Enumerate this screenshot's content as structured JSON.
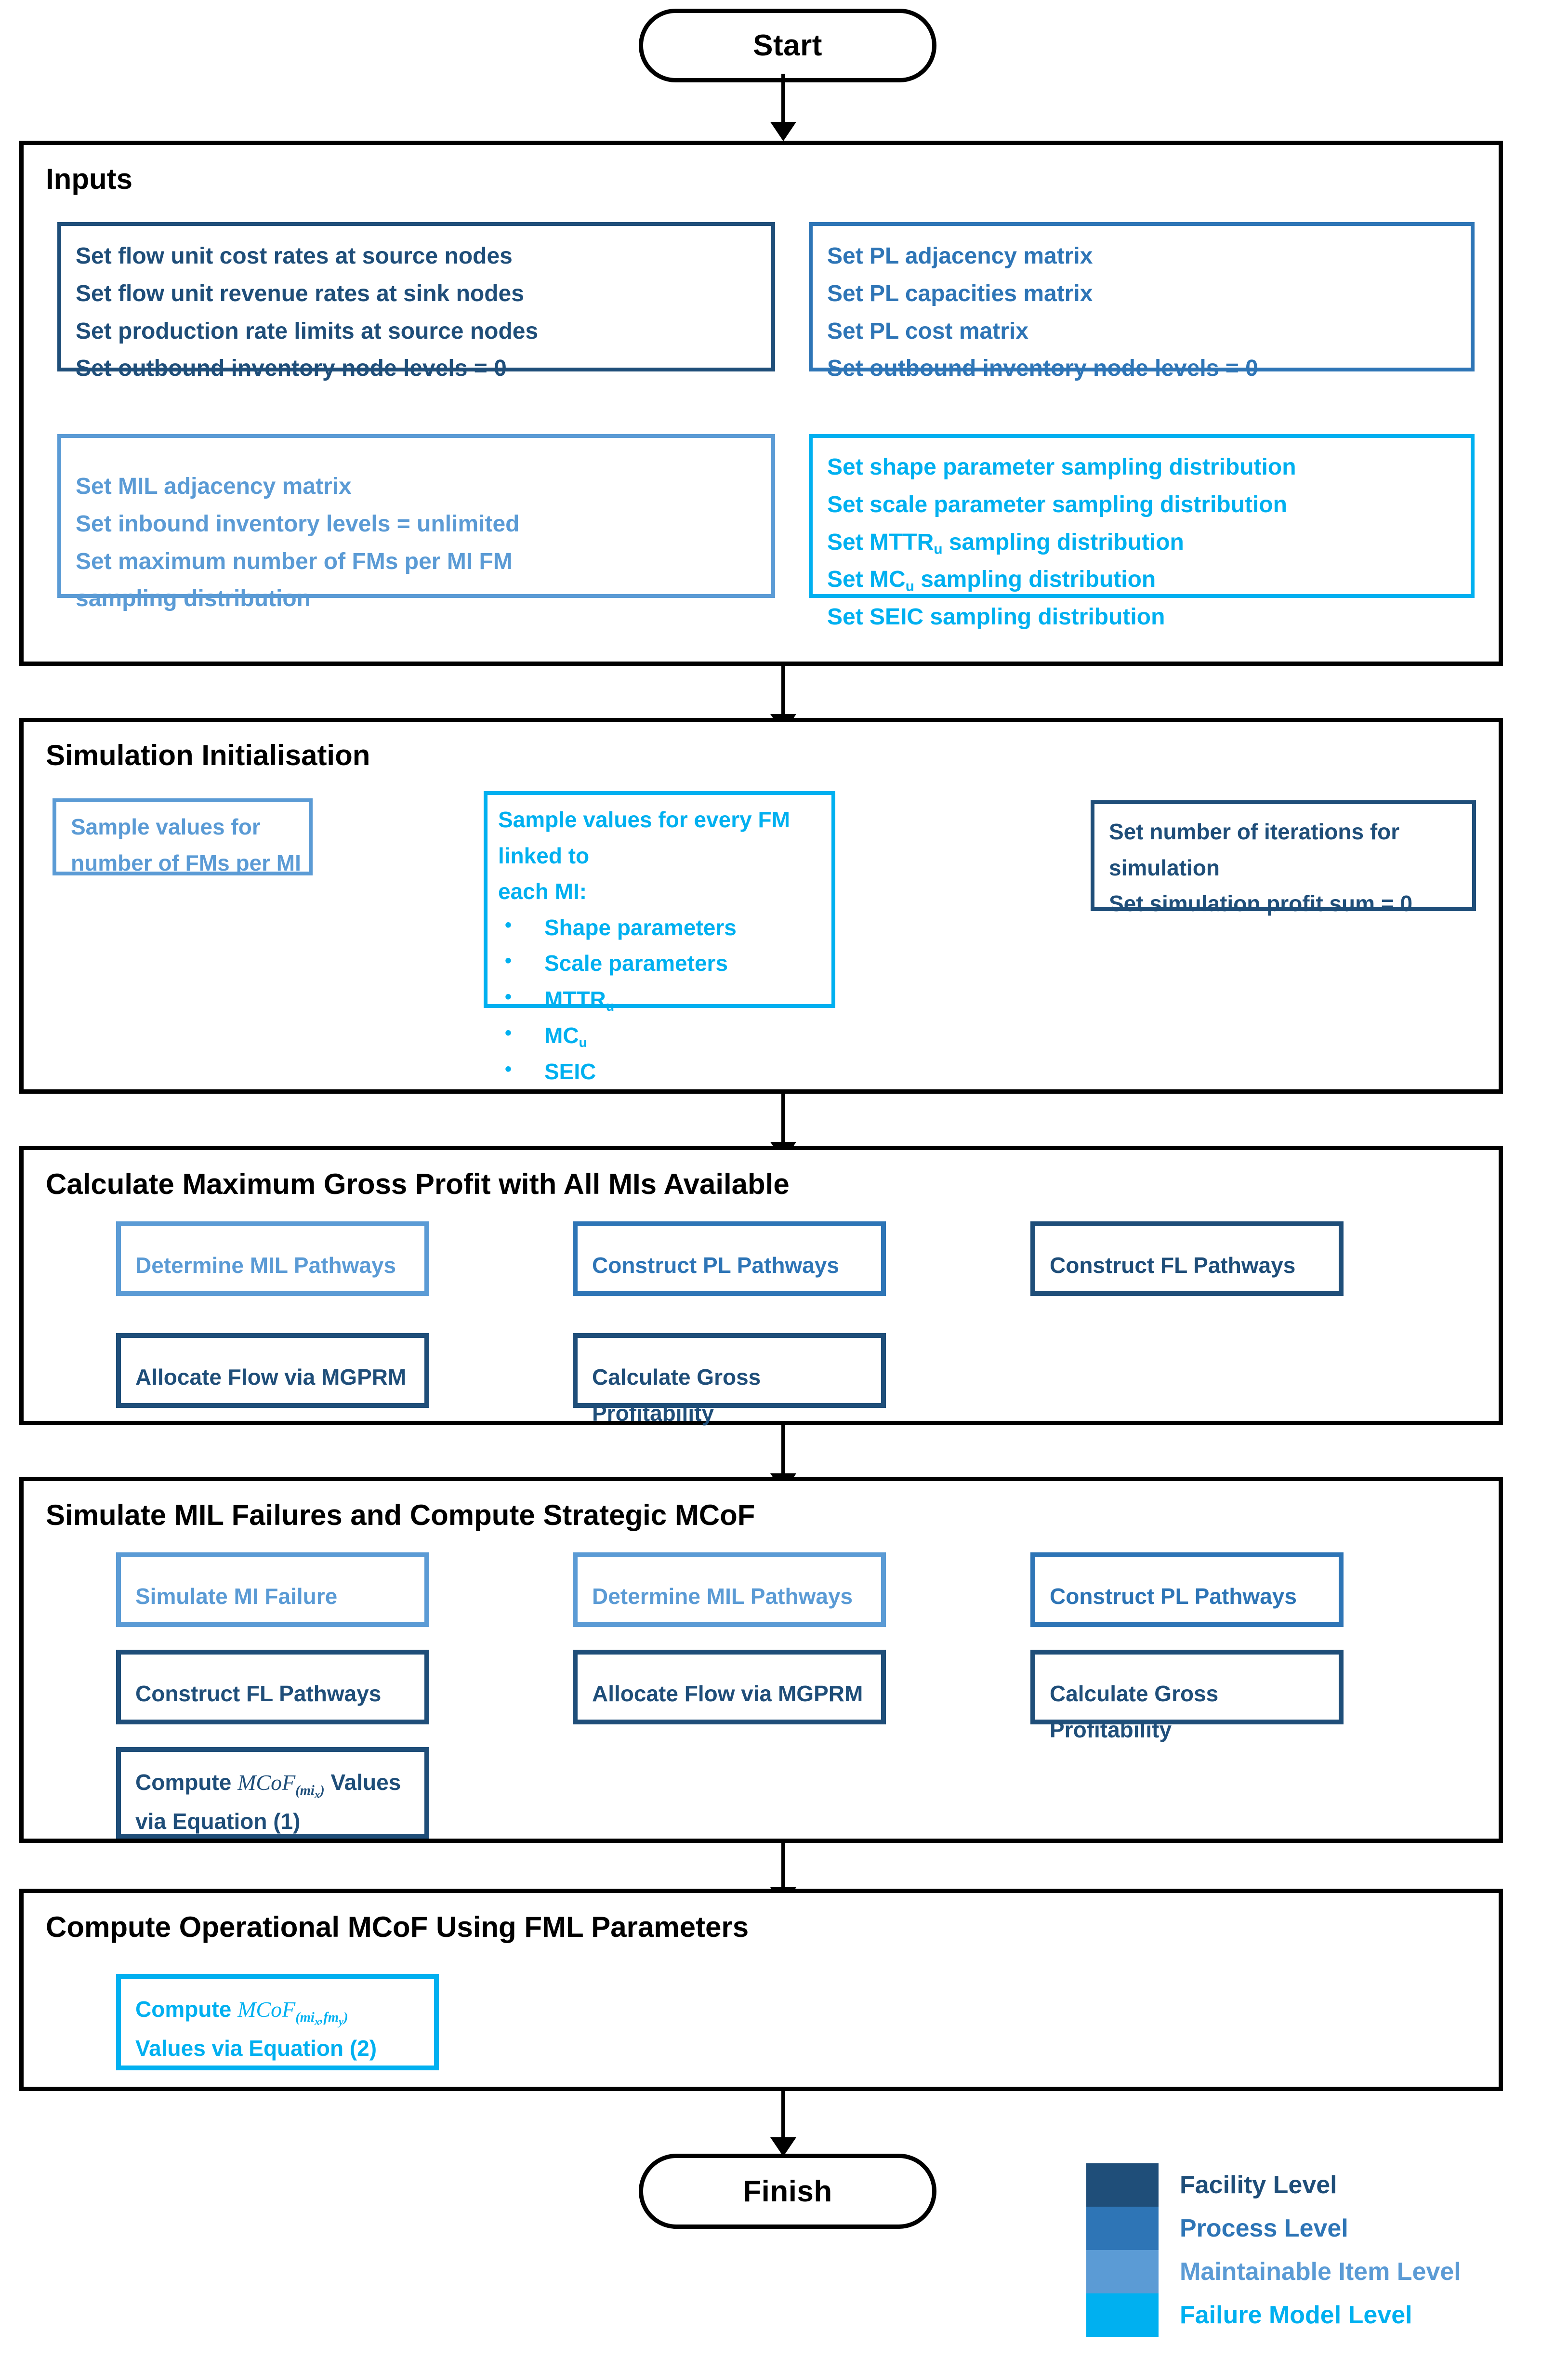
{
  "diagram": {
    "title_start": "Start",
    "title_finish": "Finish"
  },
  "colors": {
    "facility_level": "#1F4E79",
    "process_level": "#2E75B6",
    "maintainable_item_level": "#5B9BD5",
    "failure_model_level": "#00B0F0",
    "outline": "#000000",
    "background": "#FFFFFF"
  },
  "stages": [
    {
      "id": "inputs",
      "title": "Inputs",
      "boxes": [
        {
          "level": "facility_level",
          "lines": [
            "Set flow unit cost rates at source nodes",
            "Set flow unit revenue rates at sink nodes",
            "Set production rate limits at source nodes",
            "Set outbound inventory node levels = 0"
          ]
        },
        {
          "level": "process_level",
          "lines": [
            "Set PL adjacency matrix",
            "Set PL capacities matrix",
            "Set PL cost matrix",
            "Set outbound inventory node levels = 0"
          ]
        },
        {
          "level": "maintainable_item_level",
          "lines": [
            "Set MIL adjacency matrix",
            "Set inbound inventory levels = unlimited",
            "Set maximum number of FMs per MI FM",
            "sampling distribution"
          ]
        },
        {
          "level": "failure_model_level",
          "lines": [
            "Set shape parameter sampling distribution",
            "Set scale parameter sampling distribution",
            "Set MTTRu sampling distribution",
            "Set MCu sampling distribution",
            "Set SEIC sampling distribution"
          ]
        }
      ]
    },
    {
      "id": "simulation-initialisation",
      "title": "Simulation Initialisation",
      "boxes": [
        {
          "level": "maintainable_item_level",
          "lines": [
            "Sample values for",
            "number of FMs per MI"
          ]
        },
        {
          "level": "failure_model_level",
          "heading": [
            "Sample values for every FM linked to",
            "each MI:"
          ],
          "bullets": [
            "Shape parameters",
            "Scale parameters",
            "MTTRu",
            "MCu",
            "SEIC"
          ]
        },
        {
          "level": "facility_level",
          "lines": [
            "Set number of iterations for",
            "simulation",
            "Set simulation profit sum = 0"
          ]
        }
      ]
    },
    {
      "id": "calculate-max-gross-profit",
      "title": "Calculate Maximum Gross Profit with All MIs Available",
      "boxes": [
        {
          "level": "maintainable_item_level",
          "label": "Determine MIL Pathways"
        },
        {
          "level": "process_level",
          "label": "Construct PL Pathways"
        },
        {
          "level": "facility_level",
          "label": "Construct FL Pathways"
        },
        {
          "level": "facility_level",
          "label": "Allocate Flow via MGPRM"
        },
        {
          "level": "facility_level",
          "label": "Calculate Gross Profitability"
        }
      ]
    },
    {
      "id": "simulate-mil-failures",
      "title": "Simulate MIL Failures and Compute Strategic MCoF",
      "boxes": [
        {
          "level": "maintainable_item_level",
          "label": "Simulate MI Failure"
        },
        {
          "level": "maintainable_item_level",
          "label": "Determine MIL Pathways"
        },
        {
          "level": "process_level",
          "label": "Construct PL Pathways"
        },
        {
          "level": "facility_level",
          "label": "Construct FL Pathways"
        },
        {
          "level": "facility_level",
          "label": "Allocate Flow via MGPRM"
        },
        {
          "level": "facility_level",
          "label": "Calculate Gross Profitability"
        },
        {
          "level": "facility_level",
          "equation_prefix": "Compute ",
          "equation_symbol": "MCoF",
          "equation_subscript": "(mix)",
          "equation_suffix": " Values",
          "equation_line2": "via Equation (1)"
        }
      ]
    },
    {
      "id": "compute-operational-mcof",
      "title": "Compute Operational MCoF Using FML Parameters",
      "boxes": [
        {
          "level": "failure_model_level",
          "equation_prefix": "Compute ",
          "equation_symbol": "MCoF",
          "equation_subscript": "(mix, fmy)",
          "equation_line2": "Values via Equation (2)"
        }
      ]
    }
  ],
  "legend": {
    "items": [
      {
        "label": "Facility Level",
        "color": "#1F4E79"
      },
      {
        "label": "Process Level",
        "color": "#2E75B6"
      },
      {
        "label": "Maintainable Item Level",
        "color": "#5B9BD5"
      },
      {
        "label": "Failure Model Level",
        "color": "#00B0F0"
      }
    ]
  }
}
